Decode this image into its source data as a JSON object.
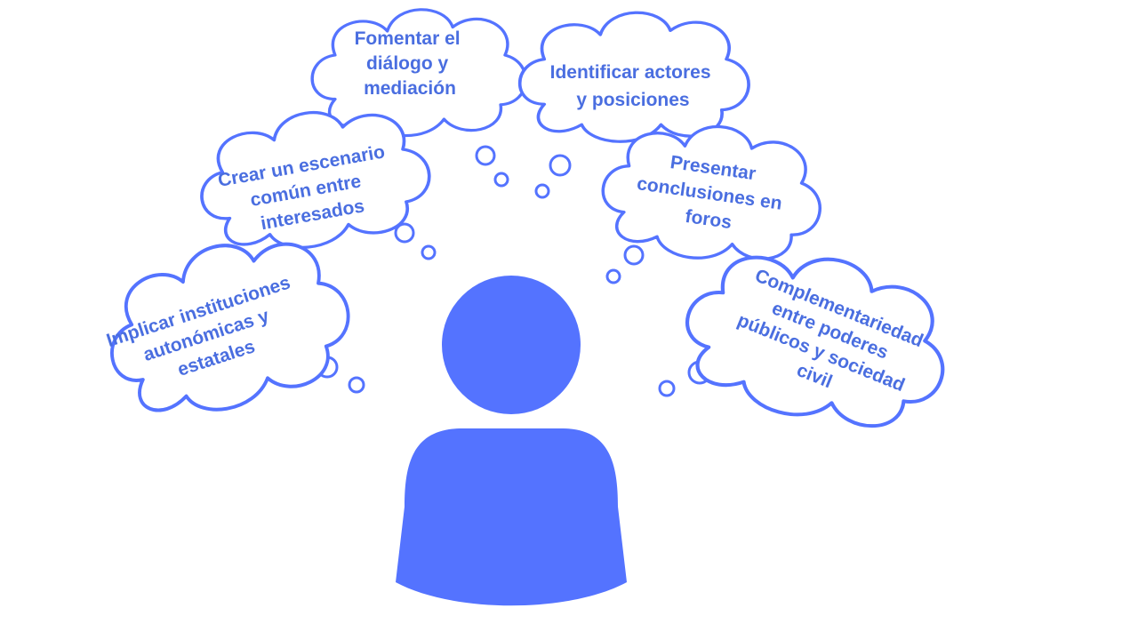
{
  "colors": {
    "accent": "#5473ff",
    "text": "#4a6ee0",
    "background": "#ffffff"
  },
  "person": {
    "icon": "person-icon"
  },
  "thoughts": [
    {
      "id": "fomentar",
      "lines": [
        "Fomentar el",
        "diálogo y",
        "mediación"
      ]
    },
    {
      "id": "identificar",
      "lines": [
        "Identificar actores",
        "y posiciones"
      ]
    },
    {
      "id": "crear",
      "lines": [
        "Crear un escenario",
        "común entre",
        "interesados"
      ]
    },
    {
      "id": "presentar",
      "lines": [
        "Presentar",
        "conclusiones en",
        "foros"
      ]
    },
    {
      "id": "implicar",
      "lines": [
        "Implicar instituciones",
        "autonómicas y",
        "estatales"
      ]
    },
    {
      "id": "complementariedad",
      "lines": [
        "Complementariedad",
        "entre poderes",
        "públicos y sociedad",
        "civil"
      ]
    }
  ]
}
